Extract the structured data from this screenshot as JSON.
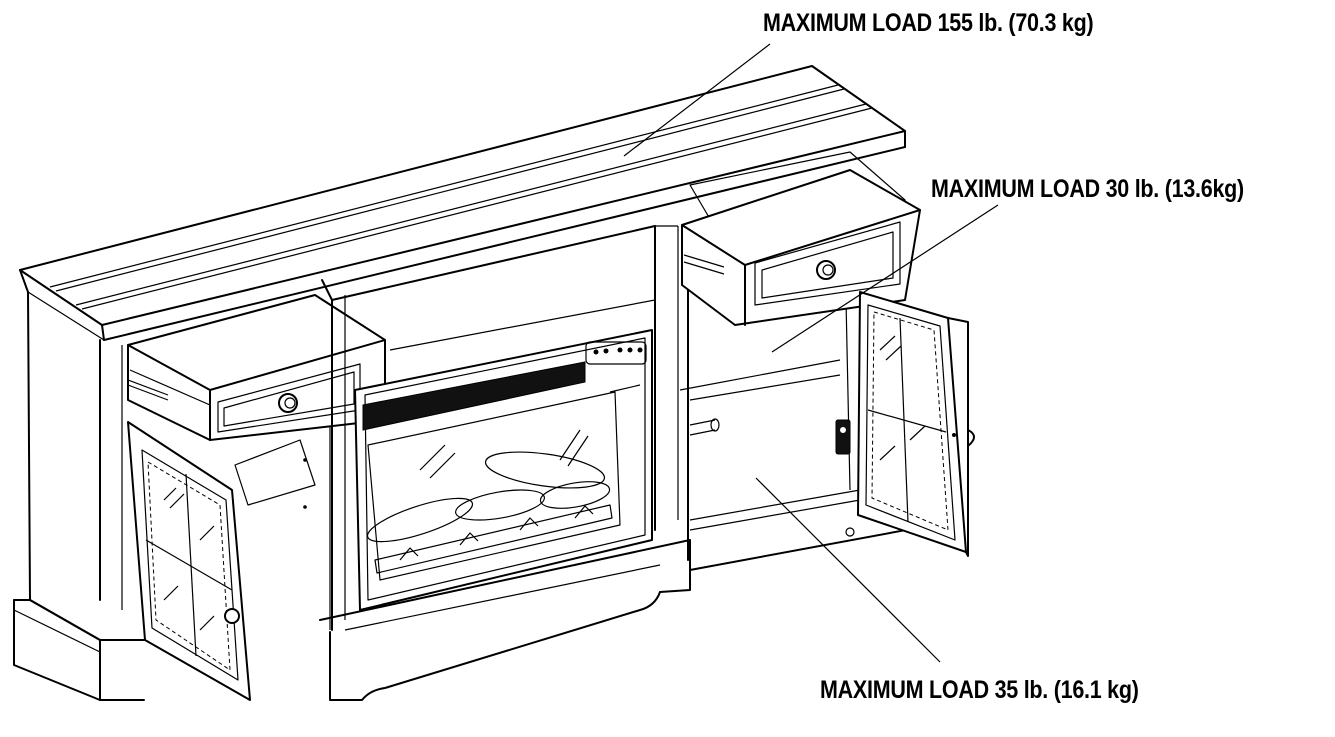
{
  "callouts": {
    "top": "MAXIMUM LOAD 155 lb. (70.3 kg)",
    "drawer": "MAXIMUM LOAD 30 lb. (13.6kg)",
    "cabinet": "MAXIMUM LOAD 35 lb. (16.1 kg)"
  },
  "colors": {
    "line": "#000000",
    "background": "#ffffff"
  }
}
